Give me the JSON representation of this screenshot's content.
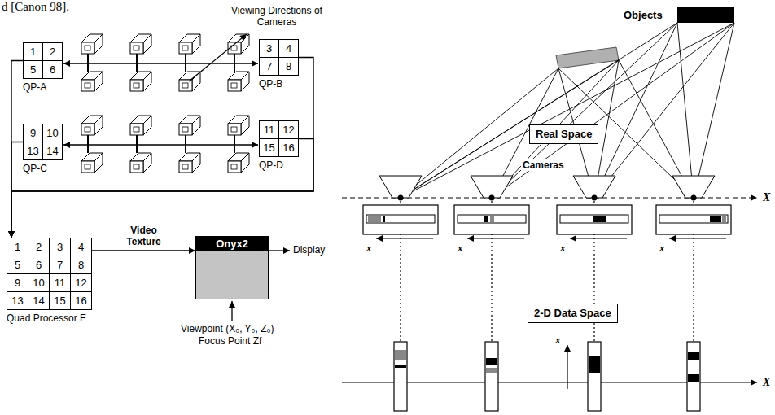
{
  "diagram": {
    "nodes": [
      {
        "text": [
          "QP-A"
        ]
      },
      {
        "text": [
          "1"
        ],
        "in": 0
      },
      {
        "text": [
          "2"
        ],
        "in": 0
      },
      {
        "text": [
          "5"
        ],
        "in": 0
      },
      {
        "text": [
          "6"
        ],
        "in": 0
      },
      {
        "text": [
          "QP-B"
        ]
      },
      {
        "text": [
          "3"
        ],
        "in": 5
      },
      {
        "text": [
          "4"
        ],
        "in": 5
      },
      {
        "text": [
          "7"
        ],
        "in": 5
      },
      {
        "text": [
          "8"
        ],
        "in": 5
      },
      {
        "text": [
          "QP-C"
        ]
      },
      {
        "text": [
          "9"
        ],
        "in": 10
      },
      {
        "text": [
          "10"
        ],
        "in": 10
      },
      {
        "text": [
          "13"
        ],
        "in": 10
      },
      {
        "text": [
          "14"
        ],
        "in": 10
      },
      {
        "text": [
          "QP-D"
        ]
      },
      {
        "text": [
          "11"
        ],
        "in": 15
      },
      {
        "text": [
          "12"
        ],
        "in": 15
      },
      {
        "text": [
          "15"
        ],
        "in": 15
      },
      {
        "text": [
          "16"
        ],
        "in": 15
      },
      {
        "text": [
          "Quad Processor E"
        ]
      },
      {
        "text": [
          "1"
        ],
        "in": 20
      },
      {
        "text": [
          "2"
        ],
        "in": 20
      },
      {
        "text": [
          "3"
        ],
        "in": 20
      },
      {
        "text": [
          "4"
        ],
        "in": 20
      },
      {
        "text": [
          "5"
        ],
        "in": 20
      },
      {
        "text": [
          "6"
        ],
        "in": 20
      },
      {
        "text": [
          "7"
        ],
        "in": 20
      },
      {
        "text": [
          "8"
        ],
        "in": 20
      },
      {
        "text": [
          "9"
        ],
        "in": 20
      },
      {
        "text": [
          "10"
        ],
        "in": 20
      },
      {
        "text": [
          "11"
        ],
        "in": 20
      },
      {
        "text": [
          "12"
        ],
        "in": 20
      },
      {
        "text": [
          "13"
        ],
        "in": 20
      },
      {
        "text": [
          "14"
        ],
        "in": 20
      },
      {
        "text": [
          "15"
        ],
        "in": 20
      },
      {
        "text": [
          "16"
        ],
        "in": 20
      },
      {
        "text": [
          "Onyx2"
        ]
      },
      {
        "text": [
          "Real Space"
        ]
      },
      {
        "text": [
          "2-D Data Space"
        ]
      }
    ],
    "edges": [
      {
        "from": 0,
        "to": 20,
        "arrow": "to"
      },
      {
        "from": 5,
        "to": 20,
        "arrow": "to"
      },
      {
        "from": 10,
        "to": 20,
        "arrow": "to"
      },
      {
        "from": 15,
        "to": 20,
        "arrow": "to"
      },
      {
        "from": 20,
        "to": 37,
        "arrow": "to",
        "label": "Video Texture"
      }
    ],
    "labels": [
      "d [Canon 98].",
      "Viewing Directions of Cameras",
      "Display",
      "Viewpoint (X₀, Y₀, Z₀)",
      "Focus Point Zf",
      "Objects",
      "Cameras",
      "X",
      "x",
      "x",
      "x",
      "x",
      "x",
      "X"
    ]
  }
}
